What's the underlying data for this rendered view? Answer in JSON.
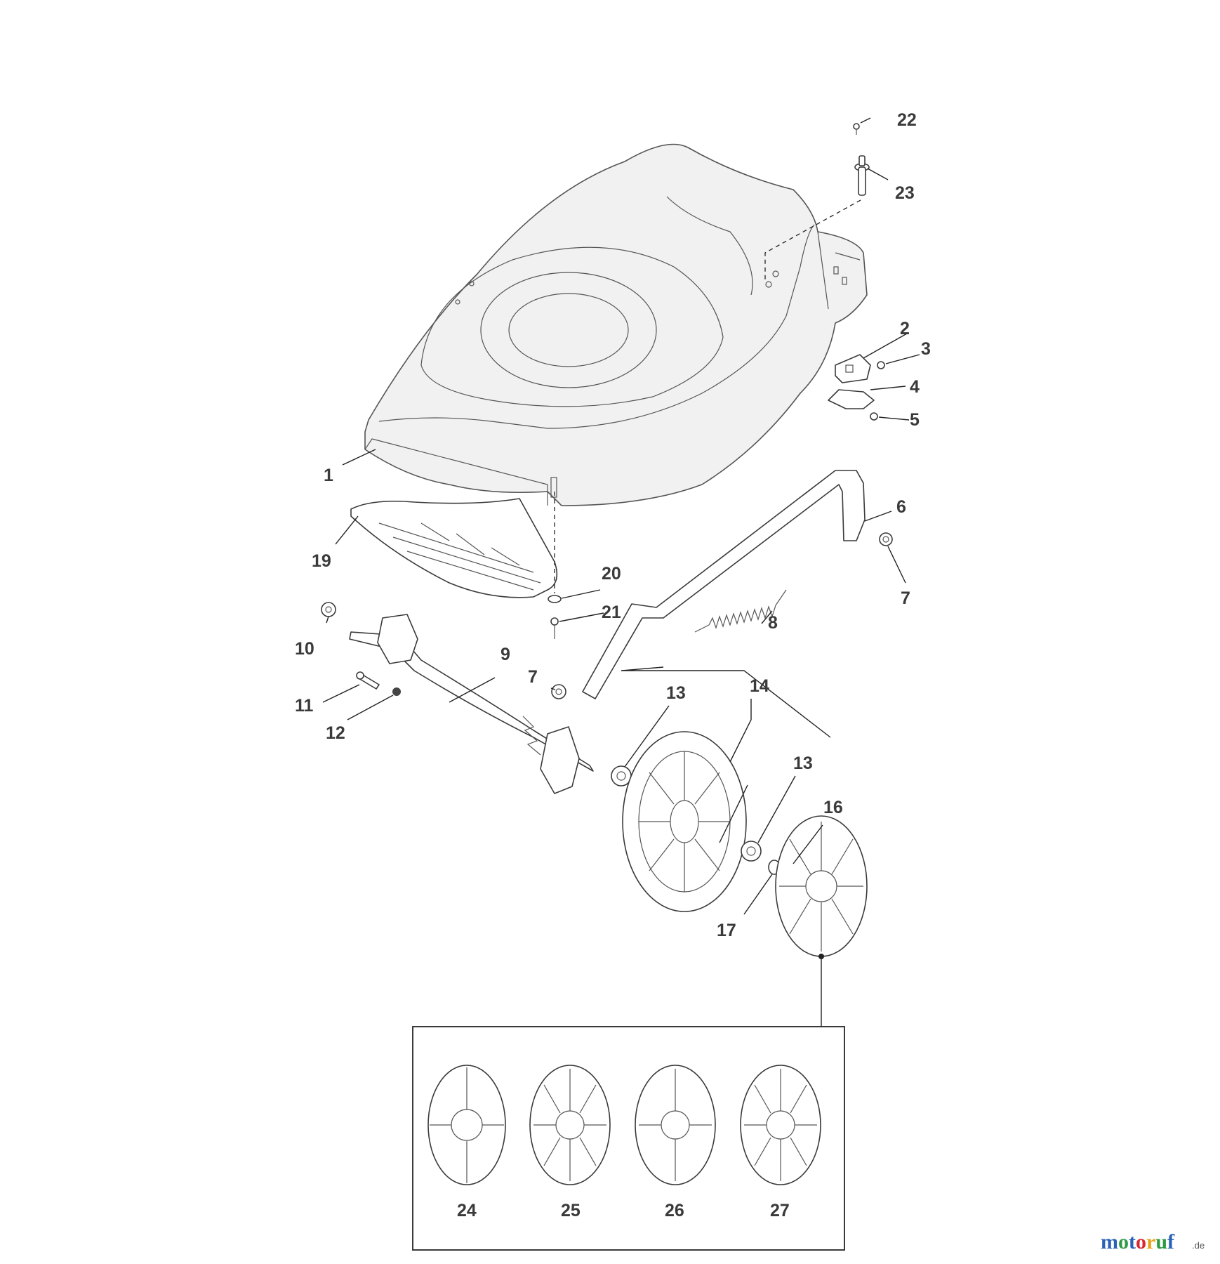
{
  "diagram": {
    "callouts": {
      "p1": "1",
      "p2": "2",
      "p3": "3",
      "p4": "4",
      "p5": "5",
      "p6": "6",
      "p7a": "7",
      "p7b": "7",
      "p8": "8",
      "p9": "9",
      "p10": "10",
      "p11": "11",
      "p12": "12",
      "p13a": "13",
      "p13b": "13",
      "p14": "14",
      "p16": "16",
      "p17": "17",
      "p19": "19",
      "p20": "20",
      "p21": "21",
      "p22": "22",
      "p23": "23",
      "p24": "24",
      "p25": "25",
      "p26": "26",
      "p27": "27"
    }
  },
  "watermark": {
    "letters": [
      "m",
      "o",
      "t",
      "o",
      "r",
      "u",
      "f"
    ],
    "letter_colors": [
      "#2a62b8",
      "#2f9a45",
      "#2a62b8",
      "#d9282f",
      "#e8a214",
      "#2f9a45",
      "#2a62b8"
    ],
    "tld": ".de"
  }
}
